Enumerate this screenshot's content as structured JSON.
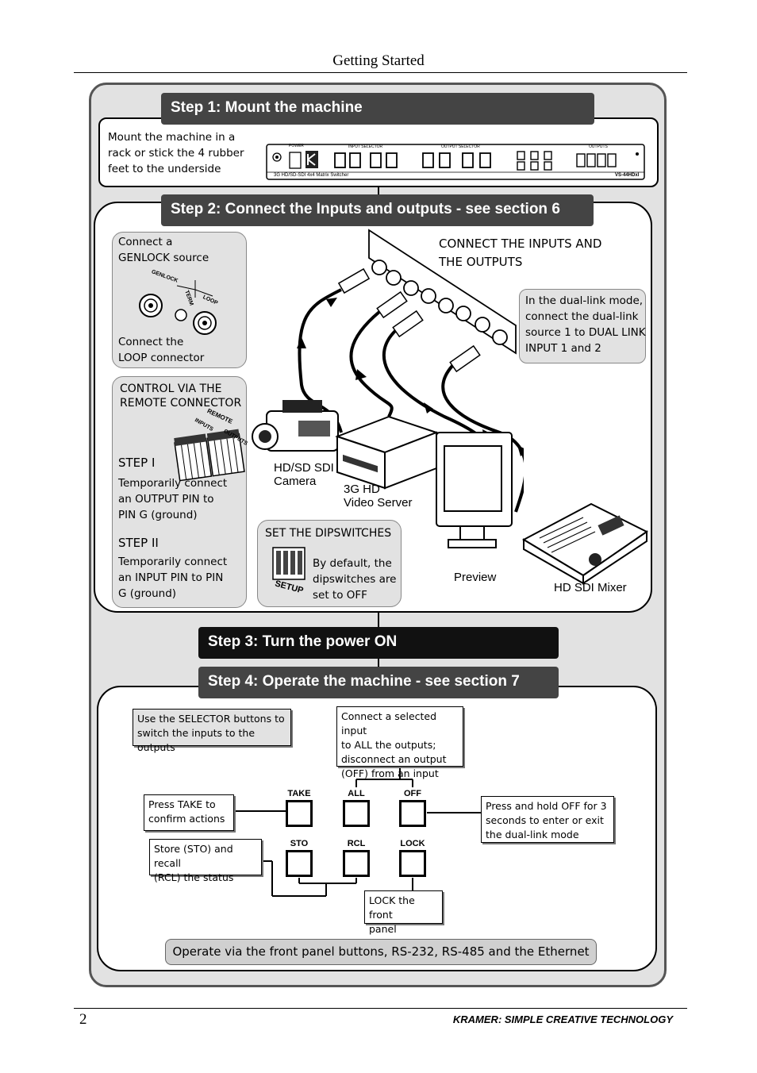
{
  "header": {
    "title": "Getting Started"
  },
  "footer": {
    "page_number": "2",
    "brand": "KRAMER:  SIMPLE CREATIVE TECHNOLOGY"
  },
  "step1": {
    "title": "Step 1: Mount the machine",
    "note": [
      "Mount the machine in a",
      "rack or stick the 4 rubber",
      "feet to the underside"
    ],
    "device": {
      "power": "POWER",
      "input_selector": "INPUT SELECTOR",
      "output_selector": "OUTPUT SELECTOR",
      "outputs": "OUTPUTS",
      "caption": "3G HD/SD-SDI 4x4 Matrix Switcher",
      "model": "VS-44HDxl"
    }
  },
  "step2": {
    "title": "Step 2: Connect the Inputs and outputs - see section 6",
    "genlock": {
      "note_top": [
        "Connect a",
        "GENLOCK source"
      ],
      "labels": {
        "genlock": "GENLOCK",
        "term": "TERM",
        "loop": "LOOP"
      },
      "note_bottom": [
        "Connect the",
        "LOOP connector"
      ]
    },
    "remote": {
      "title": [
        "CONTROL VIA THE",
        "REMOTE CONNECTOR"
      ],
      "labels": {
        "remote": "REMOTE",
        "inputs": "INPUTS",
        "outputs": "OUTPUTS"
      },
      "step1_title": "STEP I",
      "step1_text": [
        "Temporarily connect",
        "an OUTPUT PIN to",
        "PIN G (ground)"
      ],
      "step2_title": "STEP II",
      "step2_text": [
        "Temporarily connect",
        "an INPUT PIN to PIN",
        "G (ground)"
      ]
    },
    "connect_title": [
      "CONNECT THE INPUTS AND",
      "THE OUTPUTS"
    ],
    "dual_link_note": [
      "In the dual-link mode,",
      "connect the dual-link",
      "source 1 to DUAL LINK",
      "INPUT 1 and 2"
    ],
    "dipswitch": {
      "title": "SET THE DIPSWITCHES",
      "setup": "SETUP",
      "text": [
        "By default, the",
        "dipswitches are",
        "set to OFF"
      ]
    },
    "devices": {
      "camera": [
        "HD/SD SDI",
        "Camera"
      ],
      "server": [
        "3G HD",
        "Video  Server"
      ],
      "preview": "Preview",
      "mixer": "HD SDI Mixer"
    }
  },
  "step3": {
    "title": "Step 3: Turn the power ON"
  },
  "step4": {
    "title": "Step 4: Operate the machine - see section 7",
    "selector_note": [
      "Use the SELECTOR buttons to",
      "switch the inputs to the outputs"
    ],
    "all_note": [
      "Connect a selected input",
      "to ALL the outputs;",
      "disconnect an output",
      "(OFF) from an input"
    ],
    "take_note": [
      "Press TAKE to",
      "confirm actions"
    ],
    "sto_note": [
      "Store (STO) and recall",
      "(RCL) the status"
    ],
    "off_note": [
      "Press and hold OFF for 3",
      "seconds to enter or exit",
      "the dual-link mode"
    ],
    "lock_note": [
      "LOCK the front",
      "panel"
    ],
    "buttons": [
      "TAKE",
      "ALL",
      "OFF",
      "STO",
      "RCL",
      "LOCK"
    ],
    "bottom_note": "Operate via the front panel buttons, RS-232, RS-485 and the Ethernet"
  }
}
